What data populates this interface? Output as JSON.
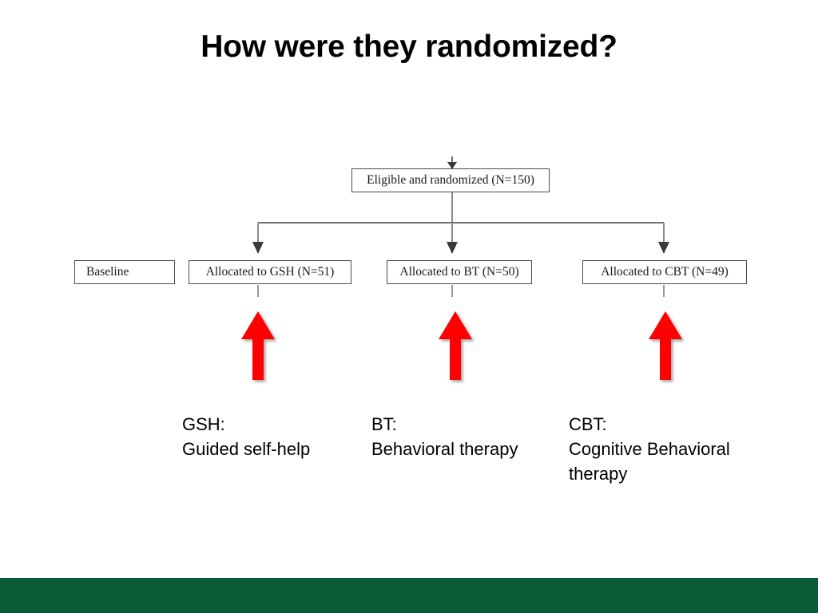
{
  "slide": {
    "title": "How were they randomized?",
    "background_color": "#ffffff",
    "footer_color": "#0a5c37"
  },
  "flowchart": {
    "type": "consort-randomization-diagram",
    "top_box": {
      "label": "Eligible and randomized (N=150)",
      "n": 150
    },
    "row_label": {
      "label": "Baseline"
    },
    "arms": [
      {
        "label": "Allocated to GSH (N=51)",
        "arm": "GSH",
        "n": 51
      },
      {
        "label": "Allocated to BT (N=50)",
        "arm": "BT",
        "n": 50
      },
      {
        "label": "Allocated to CBT (N=49)",
        "arm": "CBT",
        "n": 49
      }
    ],
    "connector_color": "#6e6e6e",
    "box_border_color": "#4a4a4a"
  },
  "annotations": {
    "arrow_color": "#ff0000",
    "arrows": [
      {
        "name": "red-arrow-gsh",
        "points_to": "Allocated to GSH (N=51)"
      },
      {
        "name": "red-arrow-bt",
        "points_to": "Allocated to BT (N=50)"
      },
      {
        "name": "red-arrow-cbt",
        "points_to": "Allocated to CBT (N=49)"
      }
    ]
  },
  "legend": {
    "items": [
      {
        "abbr": "GSH:",
        "expansion": "Guided self-help"
      },
      {
        "abbr": "BT:",
        "expansion": "Behavioral therapy"
      },
      {
        "abbr": "CBT:",
        "expansion": "Cognitive Behavioral therapy"
      }
    ]
  }
}
